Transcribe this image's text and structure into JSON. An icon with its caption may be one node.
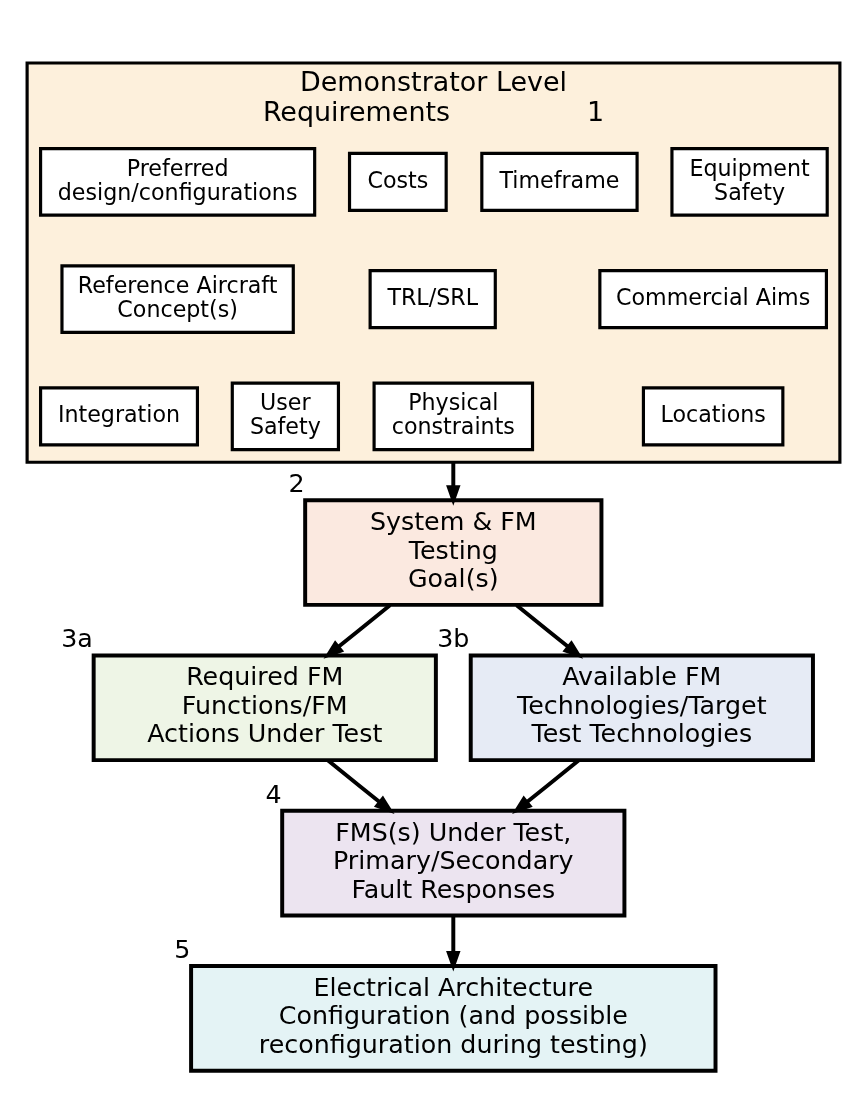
{
  "diagram": {
    "nodes": [
      {
        "text": [
          "Demonstrator Level Requirements"
        ],
        "beside": [
          "1"
        ]
      },
      {
        "text": [
          "Equipment Safety"
        ],
        "in": 0
      },
      {
        "text": [
          "Timeframe"
        ],
        "in": 0
      },
      {
        "text": [
          "Costs"
        ],
        "in": 0
      },
      {
        "text": [
          "Preferred design/configurations"
        ],
        "in": 0
      },
      {
        "text": [
          "Commercial Aims"
        ],
        "in": 0
      },
      {
        "text": [
          "Reference Aircraft Concept(s)"
        ],
        "in": 0
      },
      {
        "text": [
          "TRL/SRL"
        ],
        "in": 0
      },
      {
        "text": [
          "Locations"
        ],
        "in": 0
      },
      {
        "text": [
          "User Safety"
        ],
        "in": 0
      },
      {
        "text": [
          "Integration"
        ],
        "in": 0
      },
      {
        "text": [
          "Physical constraints"
        ],
        "in": 0
      },
      {
        "text": [
          "System & FM Testing Goal(s)"
        ],
        "beside": [
          "2"
        ]
      },
      {
        "text": [
          "Required FM Functions/FM Actions Under Test"
        ],
        "beside": [
          "3a"
        ]
      },
      {
        "text": [
          "Available FM Technologies/Target Test Technologies"
        ],
        "beside": [
          "3b"
        ]
      },
      {
        "text": [
          "FMS(s) Under Test, Primary/Secondary Fault Responses"
        ],
        "beside": [
          "4"
        ]
      },
      {
        "text": [
          "Electrical Architecture Configuration (and possible reconfiguration during testing)"
        ],
        "beside": [
          "5"
        ]
      }
    ],
    "edges": [
      {
        "from": 0,
        "to": 12,
        "arrow": "to"
      },
      {
        "from": 12,
        "to": 13,
        "arrow": "to"
      },
      {
        "from": 12,
        "to": 14,
        "arrow": "to"
      },
      {
        "from": 13,
        "to": 15,
        "arrow": "to"
      },
      {
        "from": 14,
        "to": 15,
        "arrow": "to"
      },
      {
        "from": 15,
        "to": 16,
        "arrow": "to"
      }
    ]
  }
}
